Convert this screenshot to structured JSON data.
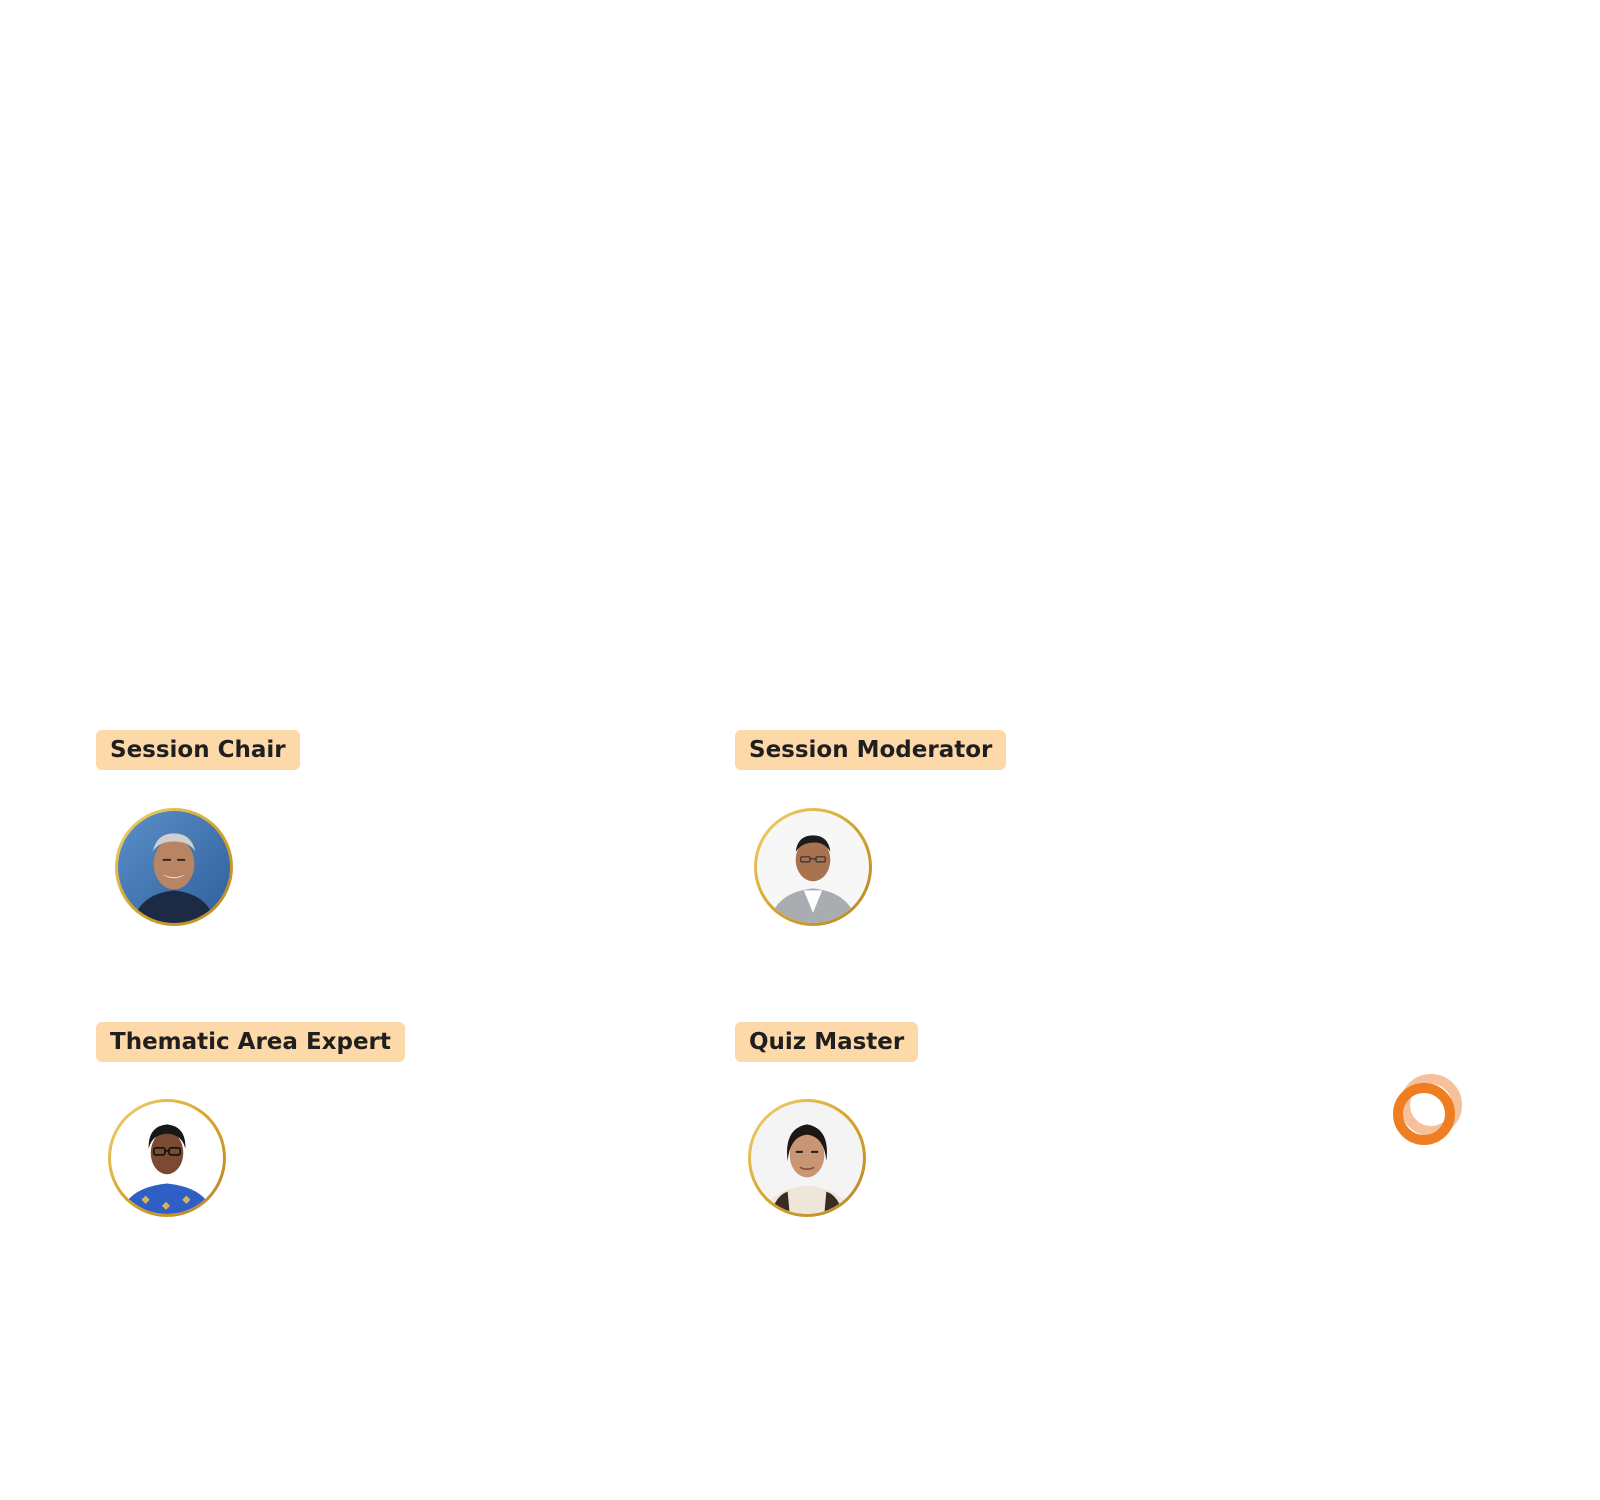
{
  "colors": {
    "label_bg": "#fdd8a8",
    "ring_gold": "#d4a52a",
    "brand_orange": "#ef7d22",
    "brand_peach": "#f6c19a"
  },
  "sections": {
    "chair": {
      "label": "Session Chair",
      "avatar_icon": "person-photo"
    },
    "moderator": {
      "label": "Session Moderator",
      "avatar_icon": "person-photo"
    },
    "expert": {
      "label": "Thematic Area Expert",
      "avatar_icon": "person-photo"
    },
    "quiz": {
      "label": "Quiz Master",
      "avatar_icon": "person-photo"
    }
  },
  "brand": {
    "icon": "rings-logo-icon"
  }
}
